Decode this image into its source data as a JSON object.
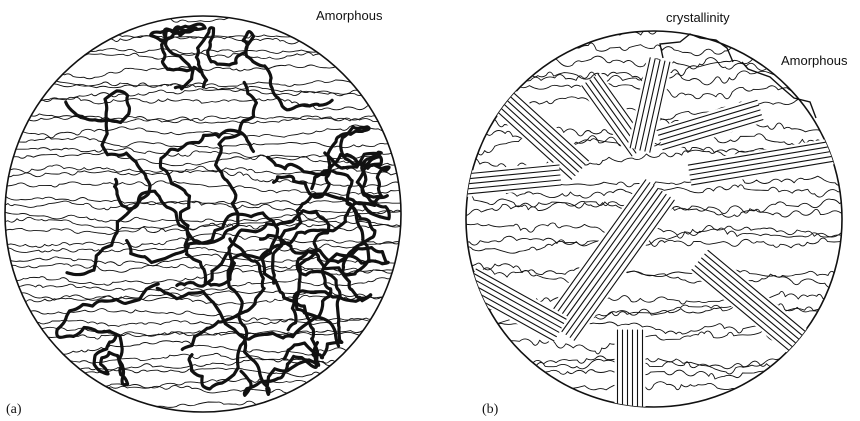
{
  "panels": [
    {
      "id": "a",
      "panel_label": "(a)",
      "annotation": "Amorphous"
    },
    {
      "id": "b",
      "panel_label": "(b)",
      "annotation_top": "crystallinity",
      "annotation_side": "Amorphous"
    }
  ],
  "colors": {
    "line": "#111111",
    "background": "#ffffff"
  }
}
